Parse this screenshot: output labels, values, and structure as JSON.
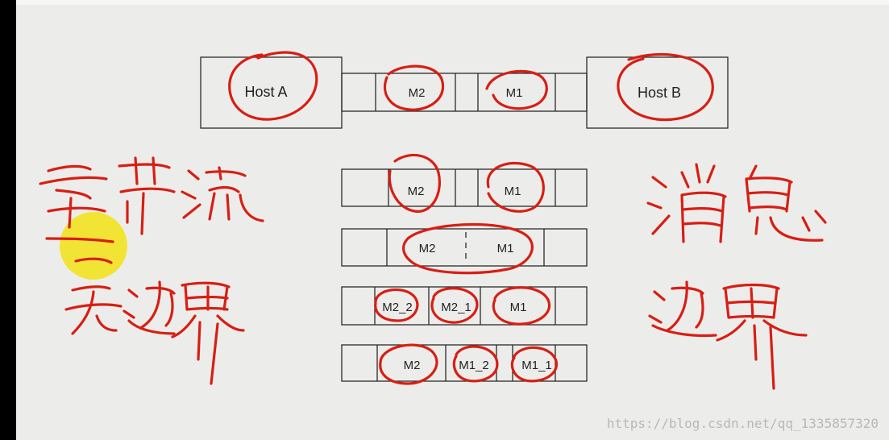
{
  "hosts": {
    "host_a": "Host A",
    "host_b": "Host B"
  },
  "top_row": {
    "m2": "M2",
    "m1": "M1"
  },
  "row1": {
    "m2": "M2",
    "m1": "M1"
  },
  "row2": {
    "m2": "M2",
    "m1": "M1"
  },
  "row3": {
    "m2_2": "M2_2",
    "m2_1": "M2_1",
    "m1": "M1"
  },
  "row4": {
    "m2": "M2",
    "m1_2": "M1_2",
    "m1_1": "M1_1"
  },
  "annotations": {
    "left_top": "字节流",
    "left_mid": "一",
    "left_bottom": "无边界",
    "right_top": "消息",
    "right_bottom": "边界"
  },
  "watermark": "https://blog.csdn.net/qq_1335857320",
  "colors": {
    "ink": "#d81e14",
    "highlight": "#f2e21a",
    "background": "#ecedea"
  }
}
